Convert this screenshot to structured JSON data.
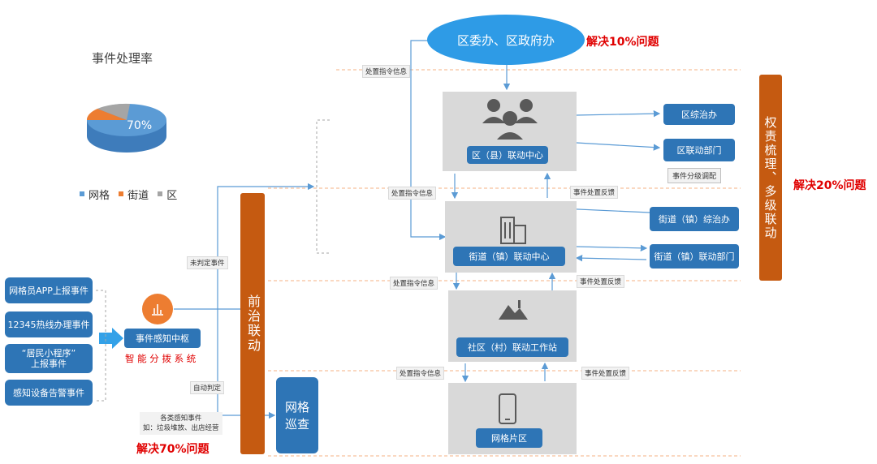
{
  "pie": {
    "title": "事件处理率",
    "label": "70%",
    "legend": [
      {
        "name": "网格",
        "color": "#5b9bd5"
      },
      {
        "name": "街道",
        "color": "#ed7d31"
      },
      {
        "name": "区",
        "color": "#a5a5a5"
      }
    ]
  },
  "sources": [
    "网格员APP上报事件",
    "12345热线办理事件",
    "“居民小程序”\n上报事件",
    "感知设备告警事件"
  ],
  "hub": {
    "label": "事件感知中枢",
    "sub": "智 能 分 拨 系 统"
  },
  "bars": {
    "front": "前治联动",
    "grid_patrol": "网格巡查",
    "right": "权责梳理、多级联动"
  },
  "top_node": "区委办、区政府办",
  "centers": {
    "district": "区（县）联动中心",
    "street": "街道（镇）联动中心",
    "community": "社区（村）联动工作站",
    "grid": "网格片区"
  },
  "side_units": {
    "district_politics": "区综治办",
    "district_dept": "区联动部门",
    "street_politics": "街道（镇）综治办",
    "street_dept": "街道（镇）联动部门"
  },
  "labels": {
    "cmd1": "处置指令信息",
    "cmd2": "处置指令信息",
    "cmd3": "处置指令信息",
    "cmd4": "处置指令信息",
    "fb1": "事件处置反馈",
    "fb2": "事件处置反馈",
    "fb3": "事件处置反馈",
    "grading": "事件分级调配",
    "undecided": "未判定事件",
    "auto": "自动判定",
    "sense_title": "各类感知事件",
    "sense_ex": "如：垃圾堆放、出店经营"
  },
  "solve": {
    "s10": "解决10%问题",
    "s20": "解决20%问题",
    "s70": "解决70%问题"
  },
  "colors": {
    "blue": "#2e75b6",
    "orange": "#c55a11",
    "red": "#e00000",
    "gray": "#d9d9d9"
  }
}
